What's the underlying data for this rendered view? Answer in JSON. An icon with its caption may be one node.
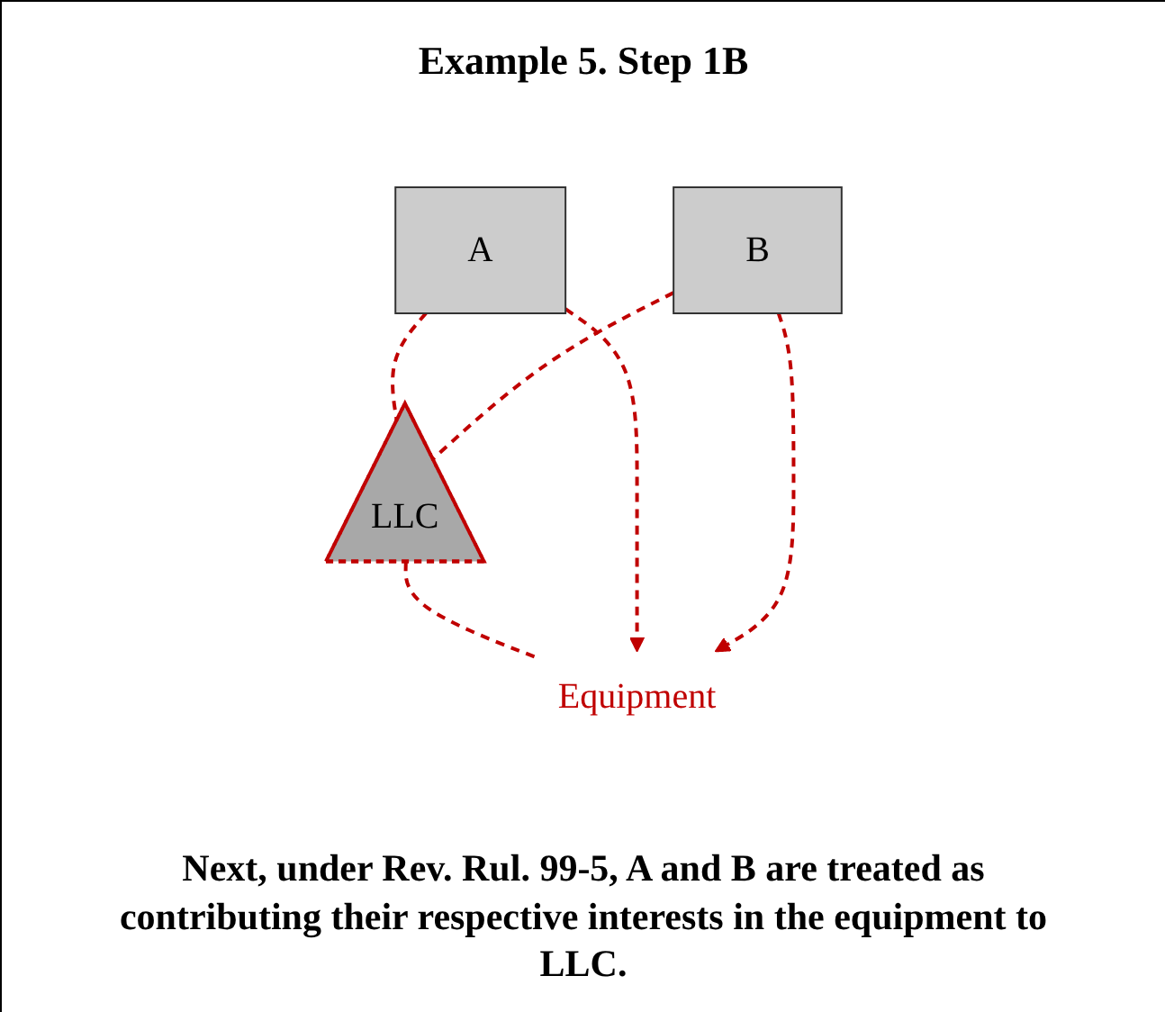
{
  "diagram": {
    "title": "Example 5. Step 1B",
    "nodes": [
      {
        "text": [
          "A"
        ]
      },
      {
        "text": [
          "B"
        ]
      },
      {
        "text": [
          "LLC"
        ]
      },
      {
        "text": [
          "Equipment"
        ]
      }
    ],
    "edges": [
      {
        "from": 0,
        "to": 2,
        "arrow": "none",
        "style": "dashed"
      },
      {
        "from": 1,
        "to": 2,
        "arrow": "none",
        "style": "dashed"
      },
      {
        "from": 2,
        "to": 3,
        "arrow": "none",
        "style": "dashed"
      },
      {
        "from": 0,
        "to": 3,
        "arrow": "to",
        "style": "dashed"
      },
      {
        "from": 1,
        "to": 3,
        "arrow": "to",
        "style": "dashed"
      }
    ],
    "caption": "Next, under Rev. Rul. 99-5, A and B are treated as contributing their respective interests in the equipment to LLC."
  }
}
